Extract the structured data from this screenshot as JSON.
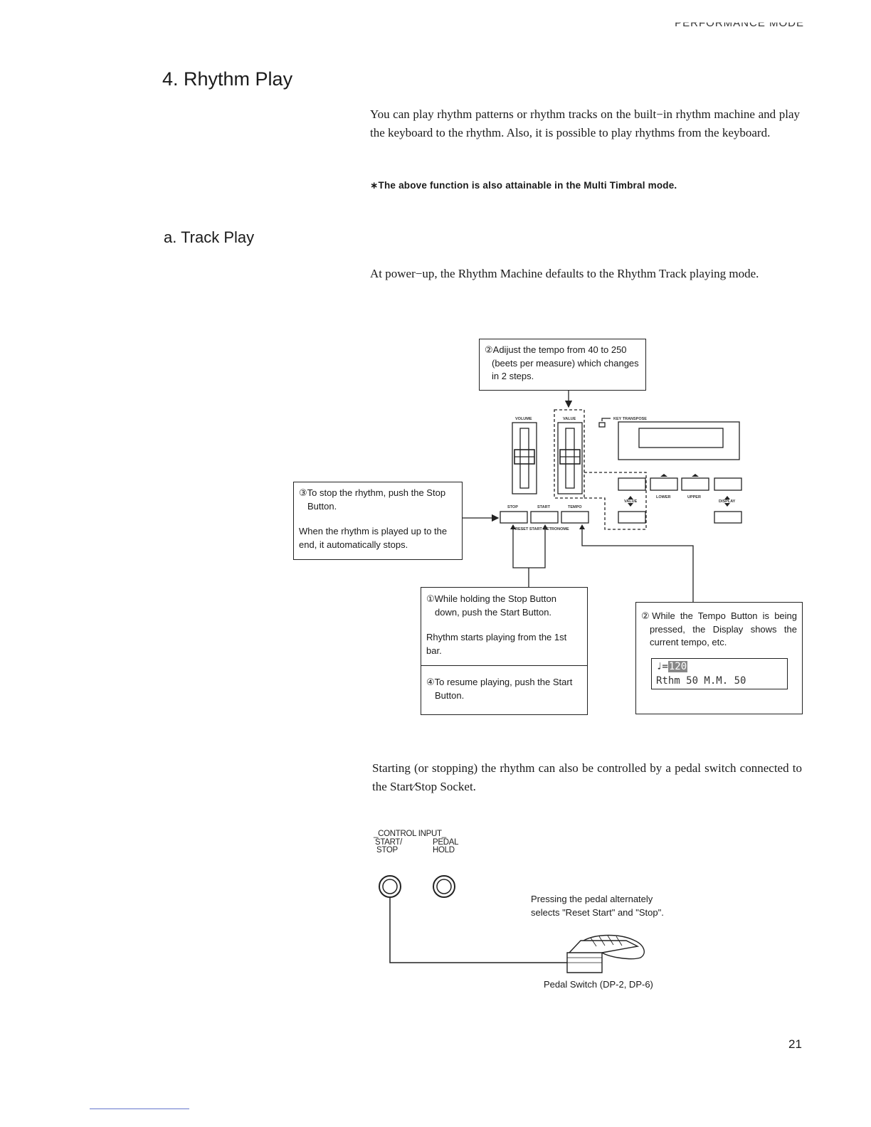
{
  "running_head": "PERFORMANCE MODE",
  "section_title": "4. Rhythm  Play",
  "intro_text": "You can play rhythm patterns or rhythm tracks on the built−in rhythm machine and play the keyboard to the rhythm. Also, it is possible to play rhythms from the keyboard.",
  "note": "∗The above function is also attainable in the Multi Timbral mode.",
  "subsection_title": "a. Track  Play",
  "power_text": "At power−up, the Rhythm Machine defaults to the Rhythm Track playing  mode.",
  "callouts": {
    "tempo_adjust": "②Adijust the tempo from 40 to 250 (beets per measure) which changes in 2 steps.",
    "stop_line1": "③To stop the rhythm, push the Stop Button.",
    "stop_line2": "When the rhythm is played up to the end, it automatically stops.",
    "start_line1": "①While holding the Stop Button down, push the Start Button.",
    "start_line2": "Rhythm starts playing from the 1st bar.",
    "resume": "④To resume playing, push the Start Button.",
    "tempo_display": "②While the Tempo Button is being pressed, the Display shows the current tempo, etc."
  },
  "lcd": {
    "note_prefix": "♩=",
    "tempo_value": "120",
    "line2": "Rthm 50 M.M. 50"
  },
  "panel_labels": {
    "volume": "VOLUME",
    "value": "VALUE",
    "key_transpose": "KEY TRANSPOSE",
    "stop": "STOP",
    "start": "START",
    "tempo": "TEMPO",
    "lower": "LOWER",
    "upper": "UPPER",
    "value_small": "VALUE",
    "display": "DISPLAY",
    "reset_start_metronome": "RESET START METRONOME"
  },
  "pedal_paragraph": "Starting  (or stopping)  the rhythm can also be controlled by a pedal switch connected to the Start∕Stop Socket.",
  "jacks": {
    "header": "_CONTROL INPUT_",
    "start_stop_1": "START/",
    "start_stop_2": "STOP",
    "pedal_hold_1": "PEDAL",
    "pedal_hold_2": "HOLD"
  },
  "pedal_note_1": "Pressing the pedal alternately",
  "pedal_note_2": "selects \"Reset Start\" and \"Stop\".",
  "pedal_caption": "Pedal Switch (DP-2, DP-6)",
  "page_number": "21"
}
